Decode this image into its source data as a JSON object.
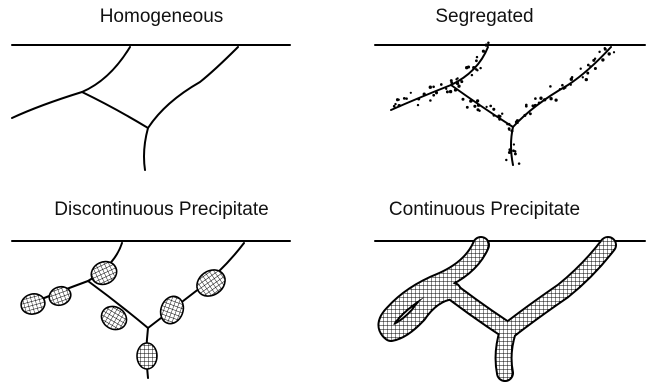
{
  "panels": {
    "homogeneous": {
      "title": "Homogeneous"
    },
    "segregated": {
      "title": "Segregated"
    },
    "discontinuous": {
      "title": "Discontinuous Precipitate"
    },
    "continuous": {
      "title": "Continuous Precipitate"
    }
  },
  "colors": {
    "line": "#000000",
    "background": "#ffffff"
  }
}
